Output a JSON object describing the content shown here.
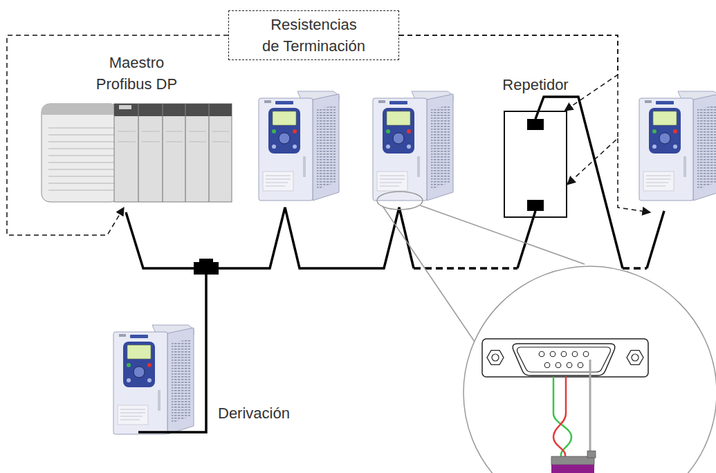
{
  "diagram": {
    "nodes": [
      {
        "text": [
          "Resistencias de Terminación"
        ]
      },
      {
        "text": [
          "Maestro Profibus DP"
        ]
      },
      {
        "text": [
          "Repetidor"
        ]
      }
    ],
    "edges": [
      {
        "from": 0,
        "to": 1,
        "arrow": "to"
      },
      {
        "from": 0,
        "to": 2,
        "arrow": "to"
      },
      {
        "from": 0,
        "to": 2,
        "arrow": "to"
      }
    ],
    "labels": [
      "Derivación"
    ]
  }
}
